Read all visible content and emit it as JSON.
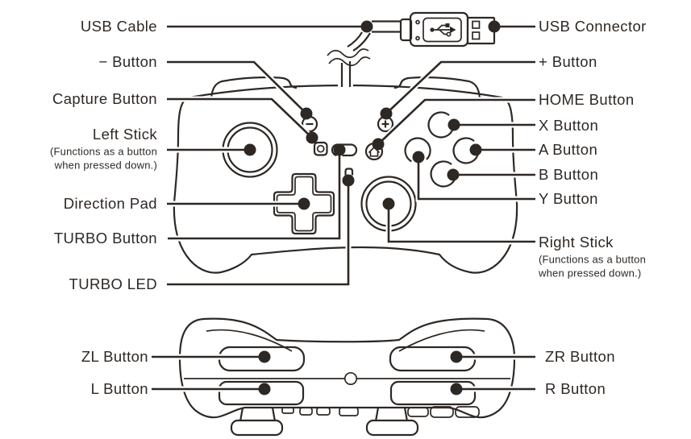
{
  "meta": {
    "title": "Game controller parts diagram",
    "ink_color": "#2e2824",
    "background_color": "#ffffff"
  },
  "front_view": {
    "left_labels": [
      {
        "name": "usb-cable",
        "text": "USB Cable"
      },
      {
        "name": "minus-button",
        "text": "− Button"
      },
      {
        "name": "capture-button",
        "text": "Capture Button"
      },
      {
        "name": "left-stick",
        "text": "Left Stick",
        "caption_line1": "(Functions as a button",
        "caption_line2": "when pressed down.)"
      },
      {
        "name": "direction-pad",
        "text": "Direction Pad"
      },
      {
        "name": "turbo-button",
        "text": "TURBO Button"
      },
      {
        "name": "turbo-led",
        "text": "TURBO LED"
      }
    ],
    "right_labels": [
      {
        "name": "usb-connector",
        "text": "USB Connector"
      },
      {
        "name": "plus-button",
        "text": "+ Button"
      },
      {
        "name": "home-button",
        "text": "HOME Button"
      },
      {
        "name": "x-button",
        "text": "X Button"
      },
      {
        "name": "a-button",
        "text": "A Button"
      },
      {
        "name": "b-button",
        "text": "B Button"
      },
      {
        "name": "y-button",
        "text": "Y Button"
      },
      {
        "name": "right-stick",
        "text": "Right Stick",
        "caption_line1": "(Functions as a button",
        "caption_line2": "when pressed down.)"
      }
    ]
  },
  "top_view": {
    "left_labels": [
      {
        "name": "zl-button",
        "text": "ZL Button"
      },
      {
        "name": "l-button",
        "text": "L Button"
      }
    ],
    "right_labels": [
      {
        "name": "zr-button",
        "text": "ZR Button"
      },
      {
        "name": "r-button",
        "text": "R Button"
      }
    ]
  }
}
